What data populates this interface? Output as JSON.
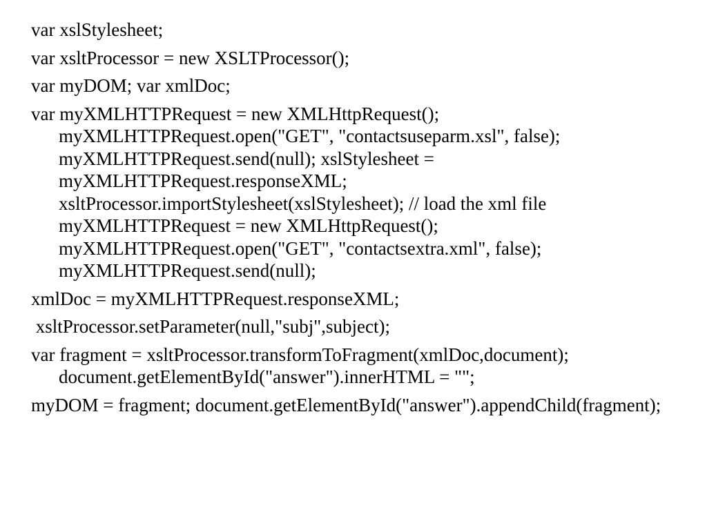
{
  "slide": {
    "paragraphs": [
      "var xslStylesheet;",
      "var xsltProcessor = new XSLTProcessor();",
      "var myDOM; var xmlDoc;",
      "var myXMLHTTPRequest = new XMLHttpRequest(); myXMLHTTPRequest.open(\"GET\", \"contactsuseparm.xsl\", false); myXMLHTTPRequest.send(null); xslStylesheet = myXMLHTTPRequest.responseXML; xsltProcessor.importStylesheet(xslStylesheet); // load the xml file myXMLHTTPRequest = new XMLHttpRequest(); myXMLHTTPRequest.open(\"GET\", \"contactsextra.xml\", false); myXMLHTTPRequest.send(null);",
      "xmlDoc = myXMLHTTPRequest.responseXML;",
      " xsltProcessor.setParameter(null,\"subj\",subject);",
      "var fragment = xsltProcessor.transformToFragment(xmlDoc,document); document.getElementById(\"answer\").innerHTML = \"\";",
      "myDOM = fragment; document.getElementById(\"answer\").appendChild(fragment);"
    ]
  }
}
